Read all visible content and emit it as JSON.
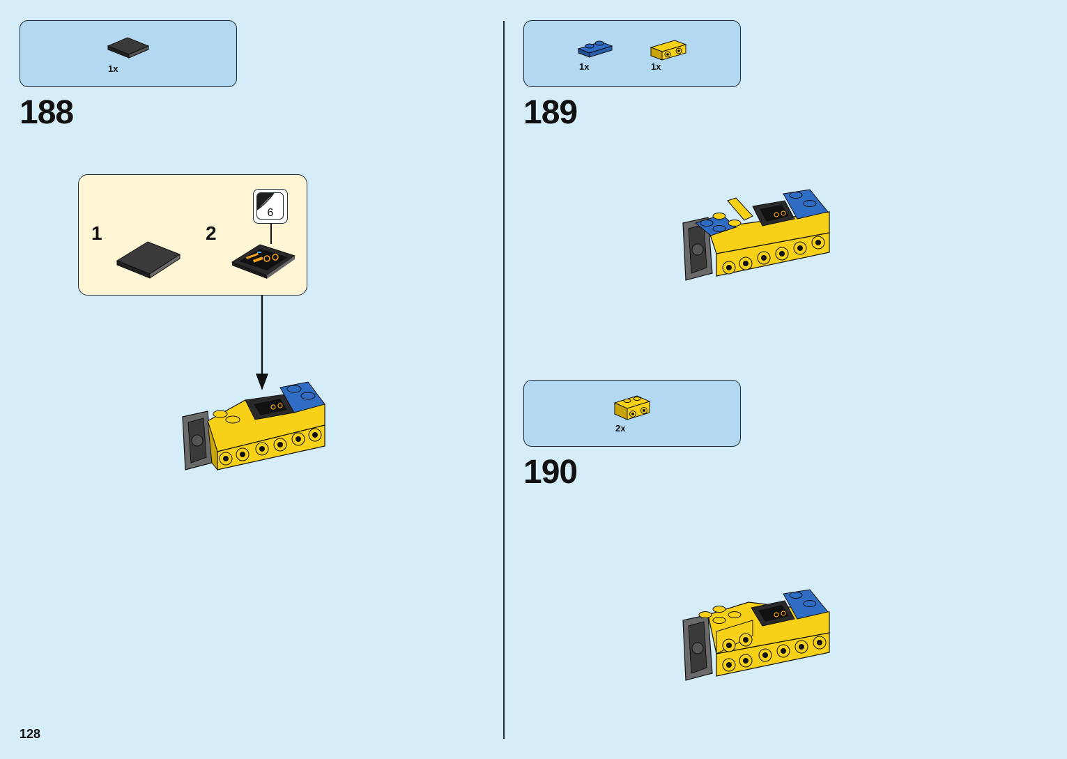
{
  "page": {
    "number": "128"
  },
  "steps": [
    {
      "number": "188",
      "parts": [
        {
          "name": "black-tile-2x2",
          "qty": "1x"
        }
      ],
      "submodel": {
        "substeps": [
          "1",
          "2"
        ],
        "sticker_ref": "6"
      }
    },
    {
      "number": "189",
      "parts": [
        {
          "name": "blue-plate-1x2",
          "qty": "1x"
        },
        {
          "name": "yellow-bracket-1x2",
          "qty": "1x"
        }
      ]
    },
    {
      "number": "190",
      "parts": [
        {
          "name": "yellow-brick-1x2-studs-side",
          "qty": "2x"
        }
      ]
    }
  ],
  "colors": {
    "background": "#d5ecf9",
    "parts_box": "#b3d9f2",
    "submodel_box": "#fdf5d3",
    "yellow": "#f7d117",
    "blue": "#2f6dc4",
    "black": "#2b2b2b",
    "grey": "#6a6a6a"
  }
}
